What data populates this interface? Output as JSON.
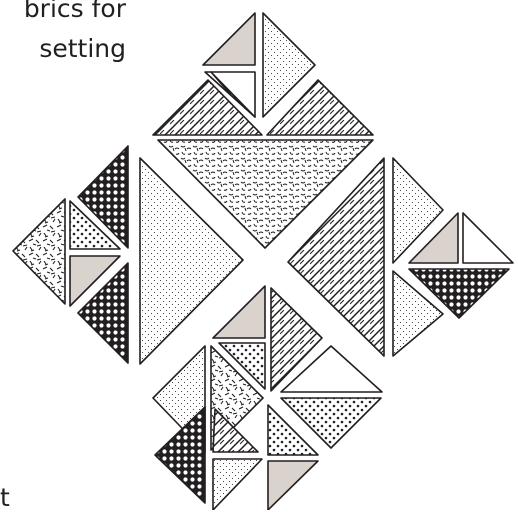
{
  "caption": {
    "line1": "brics for",
    "line2": "setting",
    "fragment": "t"
  },
  "colors": {
    "ink": "#231f20",
    "taupe": "#d9d2cd",
    "paper": "#ffffff"
  },
  "fabrics": [
    "solid-taupe",
    "fine-dots",
    "open-dots",
    "bold-polka",
    "hash-dashes",
    "crosshatch-lines",
    "squiggle-print",
    "plain-white"
  ]
}
